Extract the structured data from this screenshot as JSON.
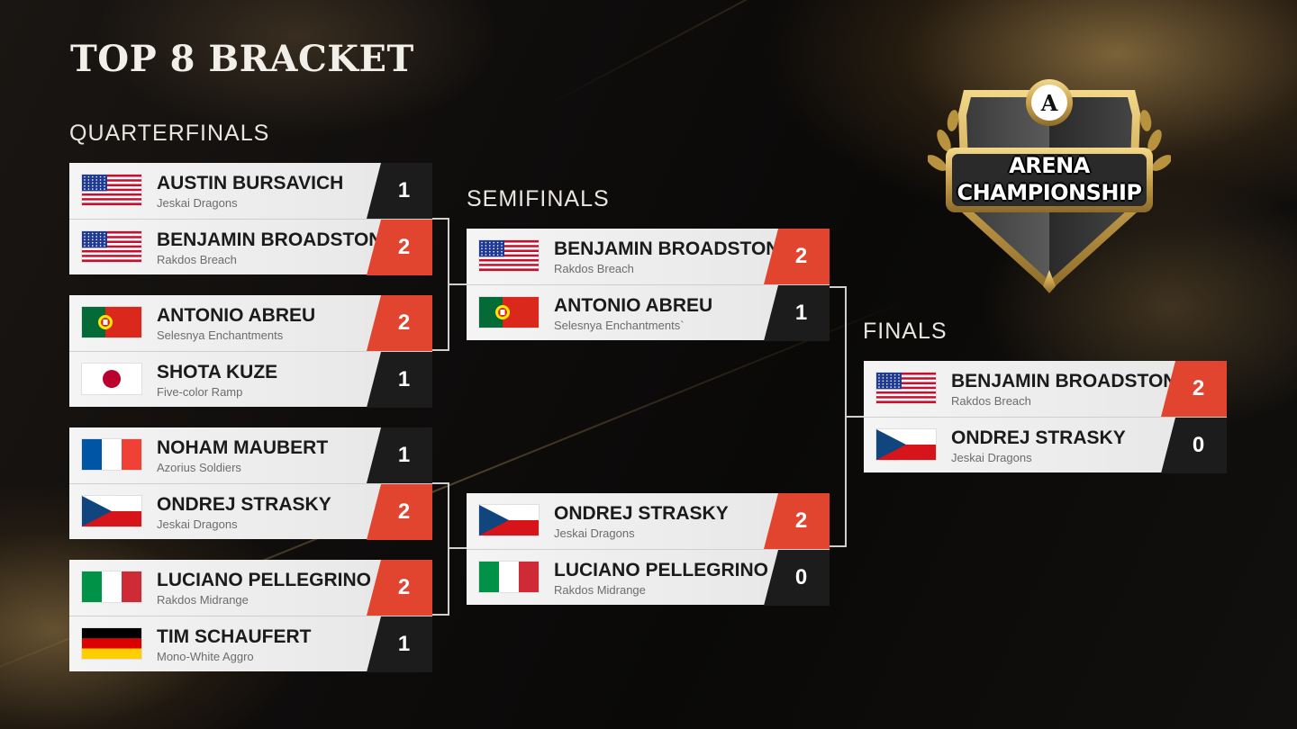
{
  "title": "TOP 8 BRACKET",
  "rounds": {
    "quarterfinals": "QUARTERFINALS",
    "semifinals": "SEMIFINALS",
    "finals": "FINALS"
  },
  "logo": {
    "line1": "ARENA",
    "line2": "CHAMPIONSHIP",
    "emblem": "A"
  },
  "colors": {
    "win": "#e2452f",
    "loss": "#1c1c1c",
    "gold": "#c9a24e"
  },
  "quarterfinals": [
    {
      "p1": {
        "name": "AUSTIN BURSAVICH",
        "deck": "Jeskai Dragons",
        "score": "1",
        "flag": "us"
      },
      "p2": {
        "name": "BENJAMIN BROADSTONE",
        "deck": "Rakdos Breach",
        "score": "2",
        "flag": "us"
      }
    },
    {
      "p1": {
        "name": "ANTONIO ABREU",
        "deck": "Selesnya Enchantments",
        "score": "2",
        "flag": "pt"
      },
      "p2": {
        "name": "SHOTA KUZE",
        "deck": "Five-color Ramp",
        "score": "1",
        "flag": "jp"
      }
    },
    {
      "p1": {
        "name": "NOHAM MAUBERT",
        "deck": "Azorius Soldiers",
        "score": "1",
        "flag": "fr"
      },
      "p2": {
        "name": "ONDREJ STRASKY",
        "deck": "Jeskai Dragons",
        "score": "2",
        "flag": "cz"
      }
    },
    {
      "p1": {
        "name": "LUCIANO PELLEGRINO",
        "deck": "Rakdos Midrange",
        "score": "2",
        "flag": "it"
      },
      "p2": {
        "name": "TIM SCHAUFERT",
        "deck": "Mono-White Aggro",
        "score": "1",
        "flag": "de"
      }
    }
  ],
  "semifinals": [
    {
      "p1": {
        "name": "BENJAMIN BROADSTONE",
        "deck": "Rakdos Breach",
        "score": "2",
        "flag": "us"
      },
      "p2": {
        "name": "ANTONIO ABREU",
        "deck": "Selesnya Enchantments`",
        "score": "1",
        "flag": "pt"
      }
    },
    {
      "p1": {
        "name": "ONDREJ STRASKY",
        "deck": "Jeskai Dragons",
        "score": "2",
        "flag": "cz"
      },
      "p2": {
        "name": "LUCIANO PELLEGRINO",
        "deck": "Rakdos Midrange",
        "score": "0",
        "flag": "it"
      }
    }
  ],
  "finals": [
    {
      "p1": {
        "name": "BENJAMIN BROADSTONE",
        "deck": "Rakdos Breach",
        "score": "2",
        "flag": "us"
      },
      "p2": {
        "name": "ONDREJ STRASKY",
        "deck": "Jeskai Dragons",
        "score": "0",
        "flag": "cz"
      }
    }
  ]
}
